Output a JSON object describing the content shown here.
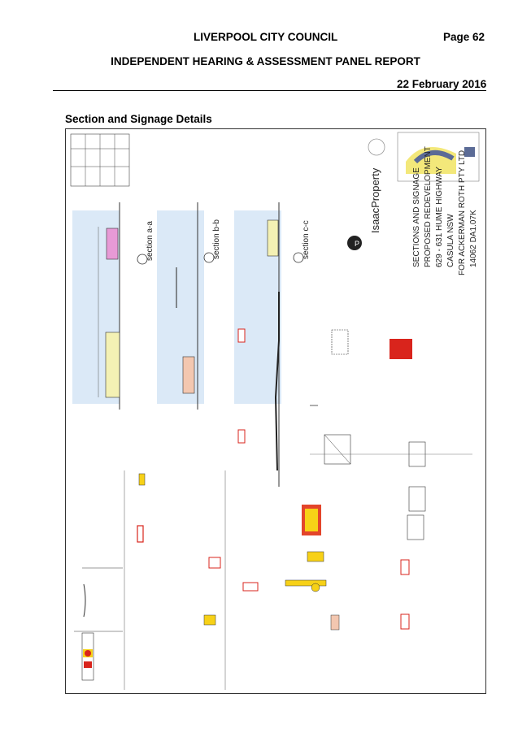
{
  "header": {
    "council": "LIVERPOOL CITY COUNCIL",
    "page": "Page 62",
    "report_title": "INDEPENDENT HEARING & ASSESSMENT PANEL REPORT",
    "date": "22 February 2016"
  },
  "section_title": "Section and Signage Details",
  "drawing": {
    "company": "IsaacProperty",
    "title_lines": [
      "SECTIONS AND SIGNAGE",
      "PROPOSED REDEVELOPMENT",
      "629 - 631 HUME HIGHWAY",
      "CASULA NSW",
      "FOR ACKERMAN ROTH PTY LTD",
      "14062 DA1.07K"
    ],
    "section_labels": [
      "section a-a",
      "section b-b",
      "section c-c"
    ],
    "colors": {
      "section_bg": "#dbe9f7",
      "canopy": "#f4f1b4",
      "pink_block": "#e79ad6",
      "shell_red": "#d9241c",
      "shell_yellow": "#f7d117",
      "hungry_jacks": "#e3452b"
    }
  }
}
